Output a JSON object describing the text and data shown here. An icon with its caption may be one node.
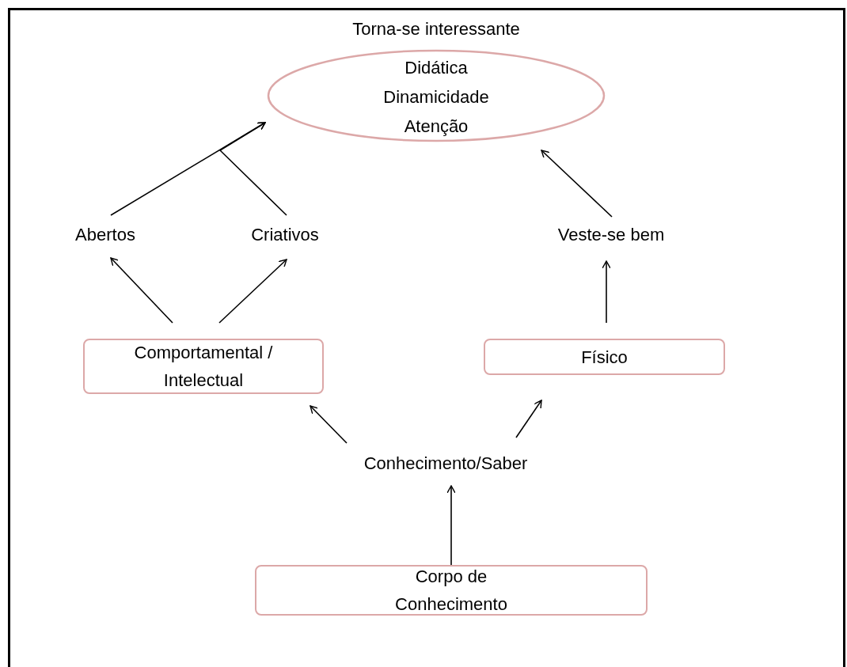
{
  "diagram": {
    "nodes": [
      {
        "text": [
          "Torna-se interessante",
          "Didática",
          "Dinamicidade",
          "Atenção"
        ]
      },
      {
        "text": [
          "Abertos"
        ]
      },
      {
        "text": [
          "Criativos"
        ]
      },
      {
        "text": [
          "Veste-se bem"
        ]
      },
      {
        "text": [
          "Comportamental / Intelectual"
        ]
      },
      {
        "text": [
          "Físico"
        ]
      },
      {
        "text": [
          "Conhecimento/Saber"
        ]
      },
      {
        "text": [
          "Corpo de Conhecimento"
        ]
      }
    ],
    "edges": [
      {
        "from": 1,
        "to": 0,
        "arrow": "to"
      },
      {
        "from": 2,
        "to": 0,
        "arrow": "to"
      },
      {
        "from": 3,
        "to": 0,
        "arrow": "to"
      },
      {
        "from": 4,
        "to": 1,
        "arrow": "to"
      },
      {
        "from": 4,
        "to": 2,
        "arrow": "to"
      },
      {
        "from": 5,
        "to": 3,
        "arrow": "to"
      },
      {
        "from": 6,
        "to": 4,
        "arrow": "to"
      },
      {
        "from": 6,
        "to": 5,
        "arrow": "to"
      },
      {
        "from": 7,
        "to": 6,
        "arrow": "to"
      }
    ]
  }
}
